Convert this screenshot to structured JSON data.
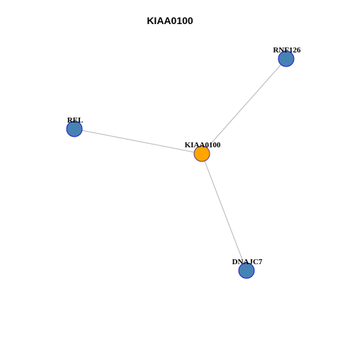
{
  "title": "KIAA0100",
  "colors": {
    "center_fill": "#FFA500",
    "center_stroke": "#5a3a8a",
    "neighbor_fill": "#4682B4",
    "neighbor_stroke": "#1a1acd",
    "edge": "#b3b3b3"
  },
  "nodes": [
    {
      "id": "KIAA0100",
      "label": "KIAA0100",
      "role": "center"
    },
    {
      "id": "RNF126",
      "label": "RNF126",
      "role": "neighbor"
    },
    {
      "id": "REL",
      "label": "REL",
      "role": "neighbor"
    },
    {
      "id": "DNAJC7",
      "label": "DNAJC7",
      "role": "neighbor"
    }
  ],
  "edges": [
    {
      "source": "KIAA0100",
      "target": "RNF126"
    },
    {
      "source": "KIAA0100",
      "target": "REL"
    },
    {
      "source": "KIAA0100",
      "target": "DNAJC7"
    }
  ]
}
